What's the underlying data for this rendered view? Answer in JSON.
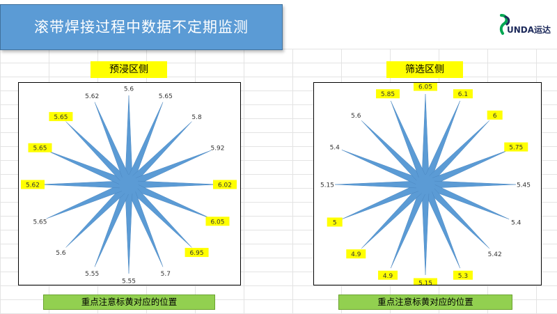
{
  "title": "滚带焊接过程中数据不定期监测",
  "logo": {
    "text": "UNDA运达",
    "accent": "#1d2a5b",
    "leaf": "#00a651"
  },
  "colors": {
    "banner": "#5b9bd5",
    "spoke": "#5b9bd5",
    "highlight": "#ffff00",
    "note": "#92d050"
  },
  "chart_data": [
    {
      "type": "radar-star",
      "section_label": "预浸区侧",
      "labels": [
        "5.6",
        "5.65",
        "5.8",
        "5.92",
        "6.02",
        "6.05",
        "6.95",
        "5.7",
        "5.55",
        "5.55",
        "5.6",
        "5.65",
        "5.62",
        "5.65",
        "5.65",
        "5.62"
      ],
      "values": [
        5.6,
        5.65,
        5.8,
        5.92,
        6.02,
        6.05,
        6.95,
        5.7,
        5.55,
        5.55,
        5.6,
        5.65,
        5.62,
        5.65,
        5.65,
        5.62
      ],
      "highlighted": [
        false,
        false,
        false,
        false,
        true,
        true,
        true,
        false,
        false,
        false,
        false,
        false,
        true,
        true,
        true,
        false
      ],
      "note": "重点注意标黄对应的位置"
    },
    {
      "type": "radar-star",
      "section_label": "筛选区侧",
      "labels": [
        "6.05",
        "6.1",
        "6",
        "5.75",
        "5.45",
        "5.4",
        "5.42",
        "5.3",
        "5.15",
        "4.9",
        "4.9",
        "5",
        "5.15",
        "5.4",
        "5.6",
        "5.85"
      ],
      "values": [
        6.05,
        6.1,
        6,
        5.75,
        5.45,
        5.4,
        5.42,
        5.3,
        5.15,
        4.9,
        4.9,
        5,
        5.15,
        5.4,
        5.6,
        5.85
      ],
      "highlighted": [
        true,
        true,
        true,
        true,
        false,
        false,
        false,
        true,
        true,
        true,
        true,
        true,
        false,
        false,
        false,
        true
      ],
      "note": "重点注意标黄对应的位置"
    }
  ]
}
